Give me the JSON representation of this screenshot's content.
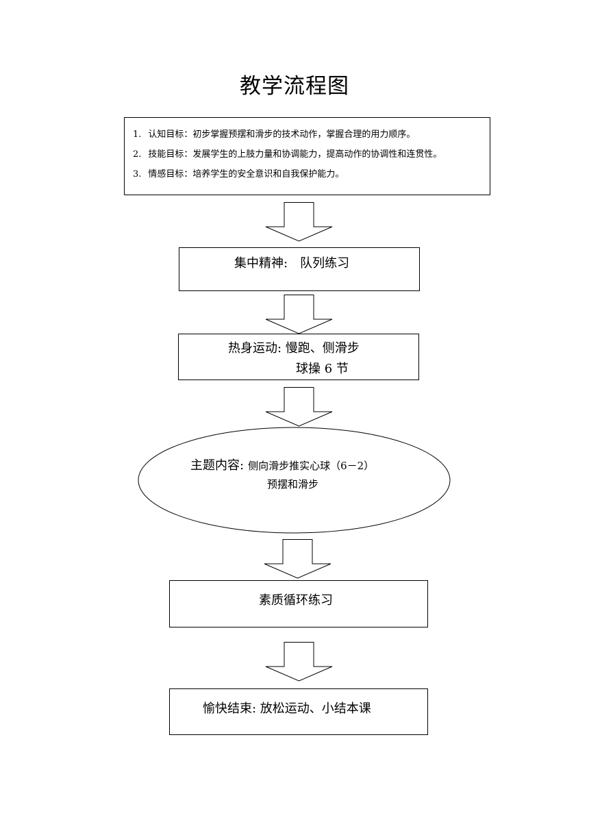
{
  "title": "教学流程图",
  "objectives": [
    {
      "num": "1.",
      "text": "认知目标：初步掌握预摆和滑步的技术动作，掌握合理的用力顺序。"
    },
    {
      "num": "2.",
      "text": "技能目标：发展学生的上肢力量和协调能力，提高动作的协调性和连贯性。"
    },
    {
      "num": "3.",
      "text": "情感目标：培养学生的安全意识和自我保护能力。"
    }
  ],
  "steps": {
    "focus": "集中精神:　队列练习",
    "warmup_line1": "热身运动: 慢跑、侧滑步",
    "warmup_line2": "球操 6 节",
    "main_lead": "主题内容:",
    "main_rest": "侧向滑步推实心球（6－2）",
    "main_line2": "预摆和滑步",
    "fitness": "素质循环练习",
    "ending": "愉快结束: 放松运动、小结本课"
  }
}
